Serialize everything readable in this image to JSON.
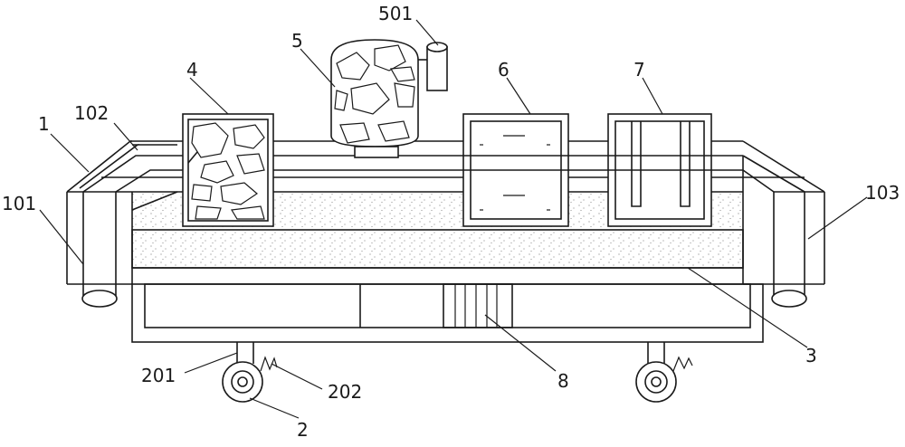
{
  "diagram": {
    "labels": {
      "l1": "1",
      "l101": "101",
      "l102": "102",
      "l103": "103",
      "l2": "2",
      "l201": "201",
      "l202": "202",
      "l3": "3",
      "l4": "4",
      "l5": "5",
      "l501": "501",
      "l6": "6",
      "l7": "7",
      "l8": "8"
    }
  }
}
